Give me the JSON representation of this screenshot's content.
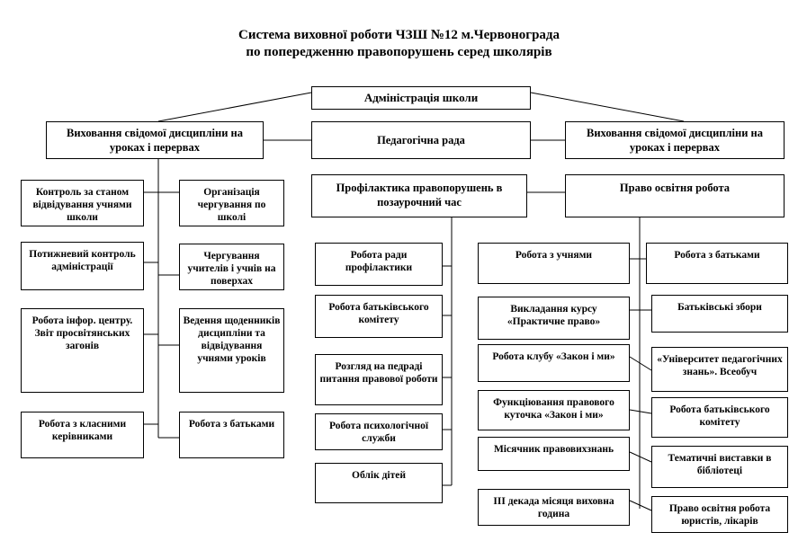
{
  "title": {
    "line1": "Система виховної роботи ЧЗШ №12 м.Червонограда",
    "line2": "по попередженню правопорушень серед школярів"
  },
  "top": {
    "admin": "Адміністрація школи",
    "left": "Виховання свідомої дисципліни на уроках і перервах",
    "center": "Педагогічна рада",
    "right": "Виховання свідомої дисципліни на уроках і перервах"
  },
  "middle": {
    "prevention": "Профілактика правопорушень в позаурочний час",
    "law": "Право освітня робота"
  },
  "left_col1": [
    "Контроль за станом відвідування учнями школи",
    "Потижневий контроль адміністрації",
    "Робота інфор. центру. Звіт просвітянських загонів",
    "Робота з класними керівниками"
  ],
  "left_col2": [
    "Організація чергування по школі",
    "Чергування учителів і учнів на поверхах",
    "Ведення щоденників дисципліни та відвідування учнями уроків",
    "Робота з батьками"
  ],
  "prevention_items": [
    "Робота ради профілактики",
    "Робота батьківського комітету",
    "Розгляд на педраді питання правової роботи",
    "Робота психологічної служби",
    "Облік дітей"
  ],
  "law_col1": [
    "Робота з учнями",
    "Викладання курсу «Практичне право»",
    "Робота клубу «Закон і ми»",
    "Функціювання правового куточка «Закон і ми»",
    "Місячник правовихзнань",
    "ІІІ декада місяця виховна година"
  ],
  "law_col2": [
    "Робота з батьками",
    "Батьківські збори",
    "«Університет педагогічних знань». Всеобуч",
    "Робота батьківського комітету",
    "Тематичні виставки в бібліотеці",
    "Право освітня робота юристів, лікарів"
  ],
  "colors": {
    "line": "#000000",
    "background": "#ffffff"
  }
}
